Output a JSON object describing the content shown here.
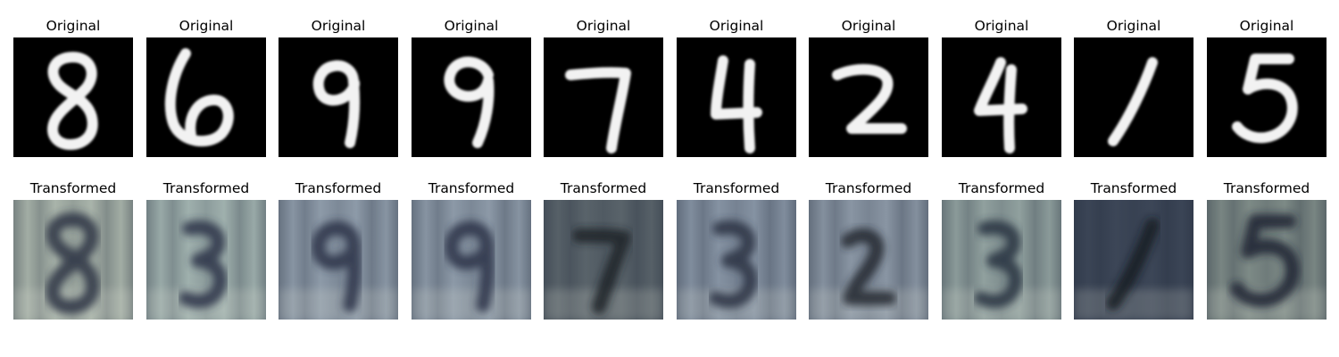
{
  "figure": {
    "rows": [
      {
        "title": "Original",
        "panels": [
          {
            "title": "Original",
            "digit": "8",
            "background": "#000000",
            "stroke_color": "#f2f2f2"
          },
          {
            "title": "Original",
            "digit": "6",
            "background": "#000000",
            "stroke_color": "#f2f2f2"
          },
          {
            "title": "Original",
            "digit": "9",
            "background": "#000000",
            "stroke_color": "#f2f2f2"
          },
          {
            "title": "Original",
            "digit": "9",
            "background": "#000000",
            "stroke_color": "#f2f2f2"
          },
          {
            "title": "Original",
            "digit": "7",
            "background": "#000000",
            "stroke_color": "#f2f2f2"
          },
          {
            "title": "Original",
            "digit": "4",
            "background": "#000000",
            "stroke_color": "#f2f2f2"
          },
          {
            "title": "Original",
            "digit": "2",
            "background": "#000000",
            "stroke_color": "#f2f2f2"
          },
          {
            "title": "Original",
            "digit": "4",
            "background": "#000000",
            "stroke_color": "#f2f2f2"
          },
          {
            "title": "Original",
            "digit": "1",
            "background": "#000000",
            "stroke_color": "#f2f2f2"
          },
          {
            "title": "Original",
            "digit": "5",
            "background": "#000000",
            "stroke_color": "#f2f2f2"
          }
        ]
      },
      {
        "title": "Transformed",
        "panels": [
          {
            "title": "Transformed",
            "shape": "8",
            "background": "#a9b4aa",
            "stroke_color": "#2a3142"
          },
          {
            "title": "Transformed",
            "shape": "3",
            "background": "#9fb0ad",
            "stroke_color": "#2c3346"
          },
          {
            "title": "Transformed",
            "shape": "9",
            "background": "#8d9aa8",
            "stroke_color": "#2b3147"
          },
          {
            "title": "Transformed",
            "shape": "9",
            "background": "#8c99a7",
            "stroke_color": "#2b3147"
          },
          {
            "title": "Transformed",
            "shape": "7",
            "background": "#59636a",
            "stroke_color": "#1c2128"
          },
          {
            "title": "Transformed",
            "shape": "3",
            "background": "#8592a2",
            "stroke_color": "#2a3042"
          },
          {
            "title": "Transformed",
            "shape": "2",
            "background": "#8995a3",
            "stroke_color": "#20252f"
          },
          {
            "title": "Transformed",
            "shape": "3",
            "background": "#90a09e",
            "stroke_color": "#283040"
          },
          {
            "title": "Transformed",
            "shape": "1",
            "background": "#3c4657",
            "stroke_color": "#151a24"
          },
          {
            "title": "Transformed",
            "shape": "5",
            "background": "#7d8a86",
            "stroke_color": "#1c2230"
          }
        ]
      }
    ]
  }
}
